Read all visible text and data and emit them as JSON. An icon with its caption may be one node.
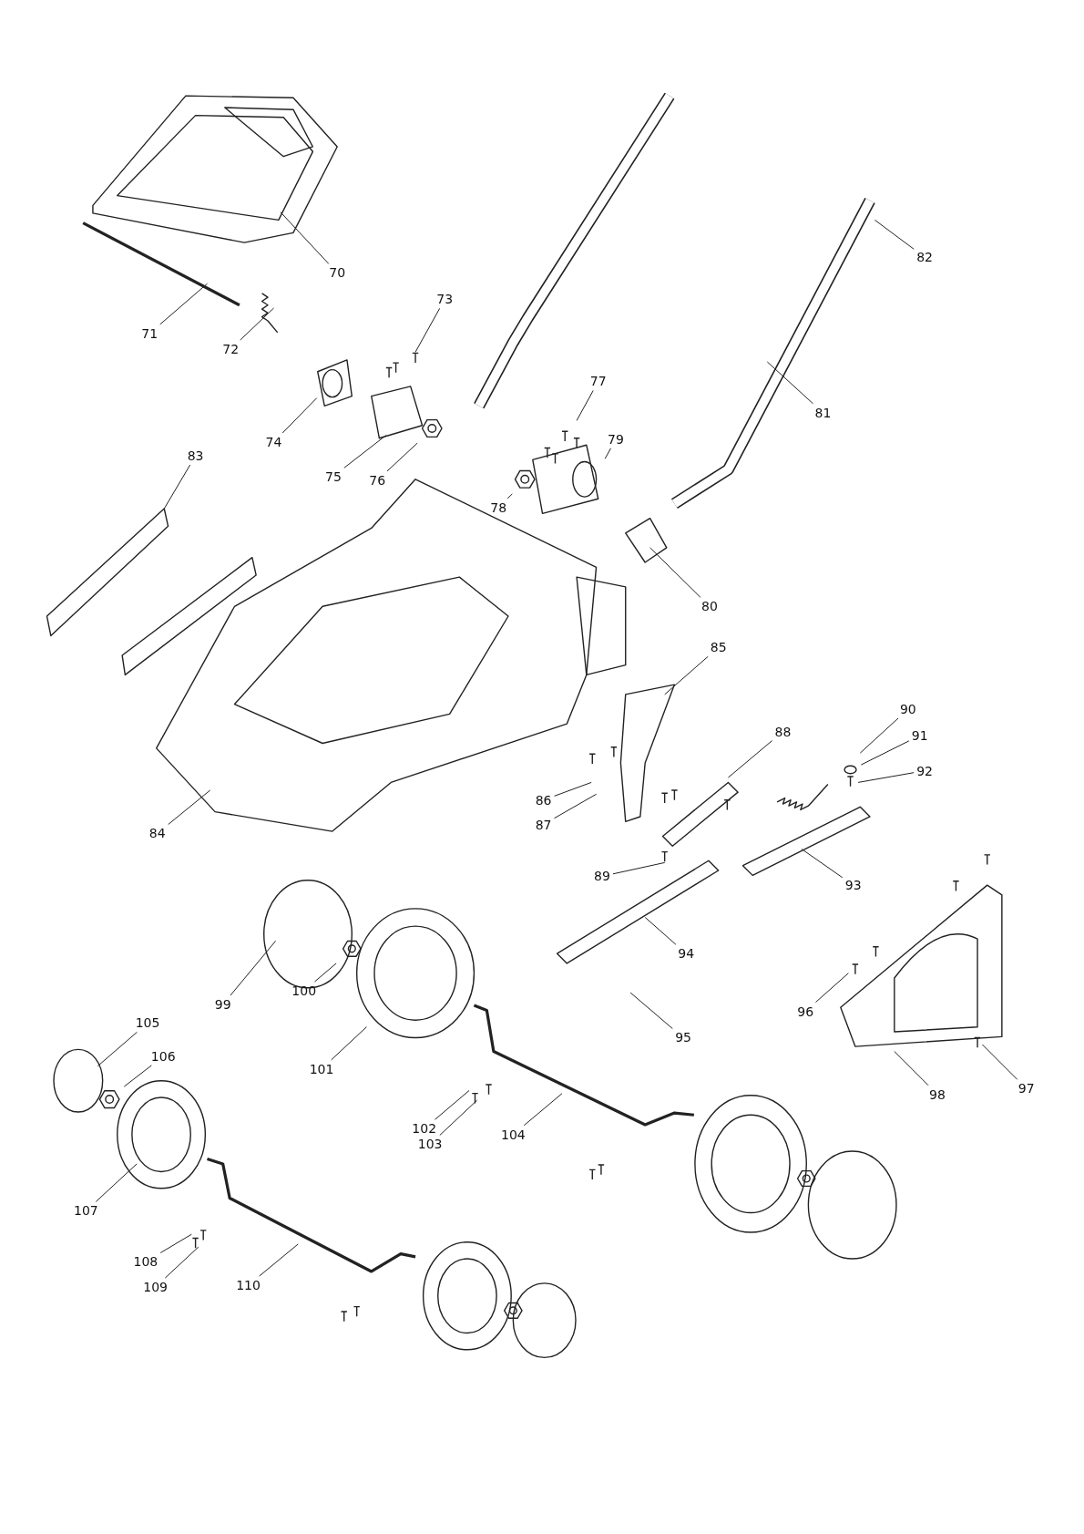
{
  "diagram": {
    "nodes": [
      {
        "text": [
          "70"
        ]
      },
      {
        "text": [
          "71"
        ]
      },
      {
        "text": [
          "72"
        ]
      },
      {
        "text": [
          "73"
        ]
      },
      {
        "text": [
          "74"
        ]
      },
      {
        "text": [
          "75"
        ]
      },
      {
        "text": [
          "76"
        ]
      },
      {
        "text": [
          "77"
        ]
      },
      {
        "text": [
          "78"
        ]
      },
      {
        "text": [
          "79"
        ]
      },
      {
        "text": [
          "80"
        ]
      },
      {
        "text": [
          "81"
        ]
      },
      {
        "text": [
          "82"
        ]
      },
      {
        "text": [
          "83"
        ]
      },
      {
        "text": [
          "84"
        ]
      },
      {
        "text": [
          "85"
        ]
      },
      {
        "text": [
          "86"
        ]
      },
      {
        "text": [
          "87"
        ]
      },
      {
        "text": [
          "88"
        ]
      },
      {
        "text": [
          "89"
        ]
      },
      {
        "text": [
          "90"
        ]
      },
      {
        "text": [
          "91"
        ]
      },
      {
        "text": [
          "92"
        ]
      },
      {
        "text": [
          "93"
        ]
      },
      {
        "text": [
          "94"
        ]
      },
      {
        "text": [
          "95"
        ]
      },
      {
        "text": [
          "96"
        ]
      },
      {
        "text": [
          "97"
        ]
      },
      {
        "text": [
          "98"
        ]
      },
      {
        "text": [
          "99"
        ]
      },
      {
        "text": [
          "100"
        ]
      },
      {
        "text": [
          "101"
        ]
      },
      {
        "text": [
          "102"
        ]
      },
      {
        "text": [
          "103"
        ]
      },
      {
        "text": [
          "104"
        ]
      },
      {
        "text": [
          "105"
        ]
      },
      {
        "text": [
          "106"
        ]
      },
      {
        "text": [
          "107"
        ]
      },
      {
        "text": [
          "108"
        ]
      },
      {
        "text": [
          "109"
        ]
      },
      {
        "text": [
          "110"
        ]
      }
    ],
    "edges": [
      {
        "from": 0,
        "to": null,
        "arrow": "none"
      },
      {
        "from": 1,
        "to": null,
        "arrow": "none"
      },
      {
        "from": 2,
        "to": null,
        "arrow": "none"
      },
      {
        "from": 3,
        "to": null,
        "arrow": "none"
      },
      {
        "from": 4,
        "to": null,
        "arrow": "none"
      },
      {
        "from": 5,
        "to": null,
        "arrow": "none"
      },
      {
        "from": 6,
        "to": null,
        "arrow": "none"
      },
      {
        "from": 7,
        "to": null,
        "arrow": "none"
      },
      {
        "from": 8,
        "to": null,
        "arrow": "none"
      },
      {
        "from": 9,
        "to": null,
        "arrow": "none"
      },
      {
        "from": 10,
        "to": null,
        "arrow": "none"
      },
      {
        "from": 11,
        "to": null,
        "arrow": "none"
      },
      {
        "from": 12,
        "to": null,
        "arrow": "none"
      },
      {
        "from": 13,
        "to": null,
        "arrow": "none"
      },
      {
        "from": 14,
        "to": null,
        "arrow": "none"
      },
      {
        "from": 15,
        "to": null,
        "arrow": "none"
      },
      {
        "from": 16,
        "to": null,
        "arrow": "none"
      },
      {
        "from": 17,
        "to": null,
        "arrow": "none"
      },
      {
        "from": 18,
        "to": null,
        "arrow": "none"
      },
      {
        "from": 19,
        "to": null,
        "arrow": "none"
      },
      {
        "from": 20,
        "to": null,
        "arrow": "none"
      },
      {
        "from": 21,
        "to": null,
        "arrow": "none"
      },
      {
        "from": 22,
        "to": null,
        "arrow": "none"
      },
      {
        "from": 23,
        "to": null,
        "arrow": "none"
      },
      {
        "from": 24,
        "to": null,
        "arrow": "none"
      },
      {
        "from": 25,
        "to": null,
        "arrow": "none"
      },
      {
        "from": 26,
        "to": null,
        "arrow": "none"
      },
      {
        "from": 27,
        "to": null,
        "arrow": "none"
      },
      {
        "from": 28,
        "to": null,
        "arrow": "none"
      },
      {
        "from": 29,
        "to": null,
        "arrow": "none"
      },
      {
        "from": 30,
        "to": null,
        "arrow": "none"
      },
      {
        "from": 31,
        "to": null,
        "arrow": "none"
      },
      {
        "from": 32,
        "to": null,
        "arrow": "none"
      },
      {
        "from": 33,
        "to": null,
        "arrow": "none"
      },
      {
        "from": 34,
        "to": null,
        "arrow": "none"
      },
      {
        "from": 35,
        "to": null,
        "arrow": "none"
      },
      {
        "from": 36,
        "to": null,
        "arrow": "none"
      },
      {
        "from": 37,
        "to": null,
        "arrow": "none"
      },
      {
        "from": 38,
        "to": null,
        "arrow": "none"
      },
      {
        "from": 39,
        "to": null,
        "arrow": "none"
      },
      {
        "from": 40,
        "to": null,
        "arrow": "none"
      }
    ]
  }
}
